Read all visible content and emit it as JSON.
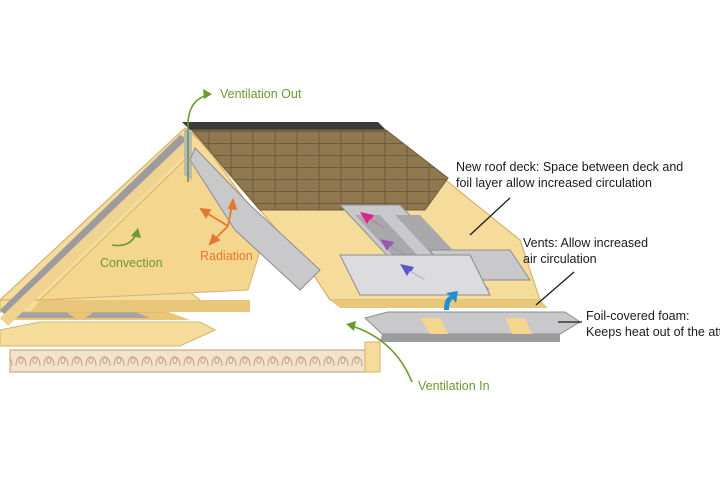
{
  "labels": {
    "ventilation_out": "Ventilation Out",
    "ventilation_in": "Ventilation In",
    "convection": "Convection",
    "radiation": "Radiation",
    "roof_deck_line1": "New roof deck: Space between deck and",
    "roof_deck_line2": "foil layer allow increased circulation",
    "vents_line1": "Vents: Allow increased",
    "vents_line2": "air circulation",
    "foil_line1": "Foil-covered foam:",
    "foil_line2": "Keeps heat out of the attic"
  },
  "colors": {
    "deck": "#f6dc9a",
    "deck_dark": "#e9c67a",
    "foil": "#c9c9cb",
    "foil_dark": "#8d8d90",
    "shingle": "#8f7850",
    "insulation": "#f3e3cc",
    "label_green": "#6b9a2e",
    "label_orange": "#e8772e",
    "arrow_magenta": "#e0238c",
    "arrow_purple": "#9b59b6",
    "arrow_violet": "#5b57c6",
    "arrow_blue": "#1f8fd6"
  },
  "icons": [
    "ventilation-out-arrow",
    "ventilation-in-arrow",
    "convection-arrow",
    "radiation-arrows",
    "airflow-arrows"
  ]
}
